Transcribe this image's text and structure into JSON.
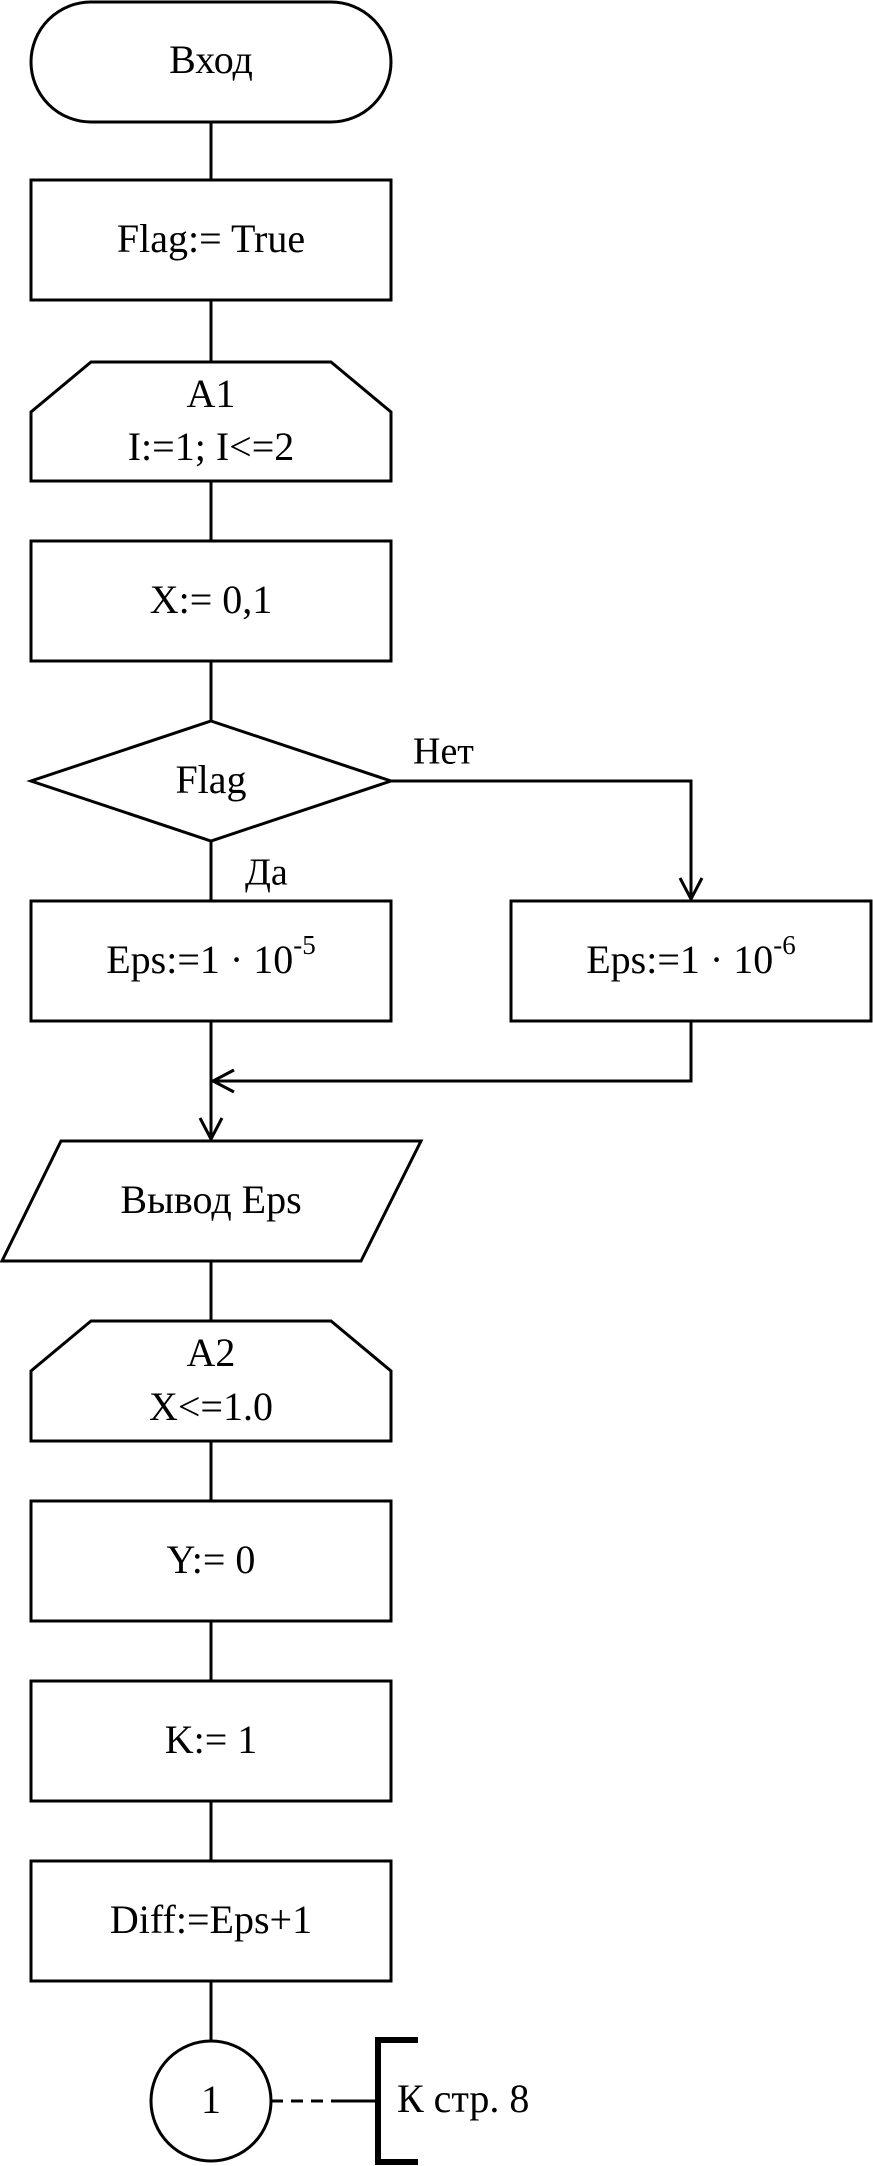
{
  "blocks": {
    "start": "Вход",
    "flag_true": "Flag:= True",
    "loop1_name": "A1",
    "loop1_cond": "I:=1; I<=2",
    "x_init": "X:= 0,1",
    "flag_check": "Flag",
    "eps_yes_base": "Eps:=1 · 10",
    "eps_yes_exp": "-5",
    "eps_no_base": "Eps:=1 · 10",
    "eps_no_exp": "-6",
    "output_eps": "Вывод Eps",
    "loop2_name": "A2",
    "loop2_cond": "X<=1.0",
    "y_init": "Y:= 0",
    "k_init": "K:= 1",
    "diff_init": "Diff:=Eps+1",
    "connector": "1"
  },
  "labels": {
    "no": "Нет",
    "yes": "Да",
    "page_ref": "К стр. 8"
  }
}
